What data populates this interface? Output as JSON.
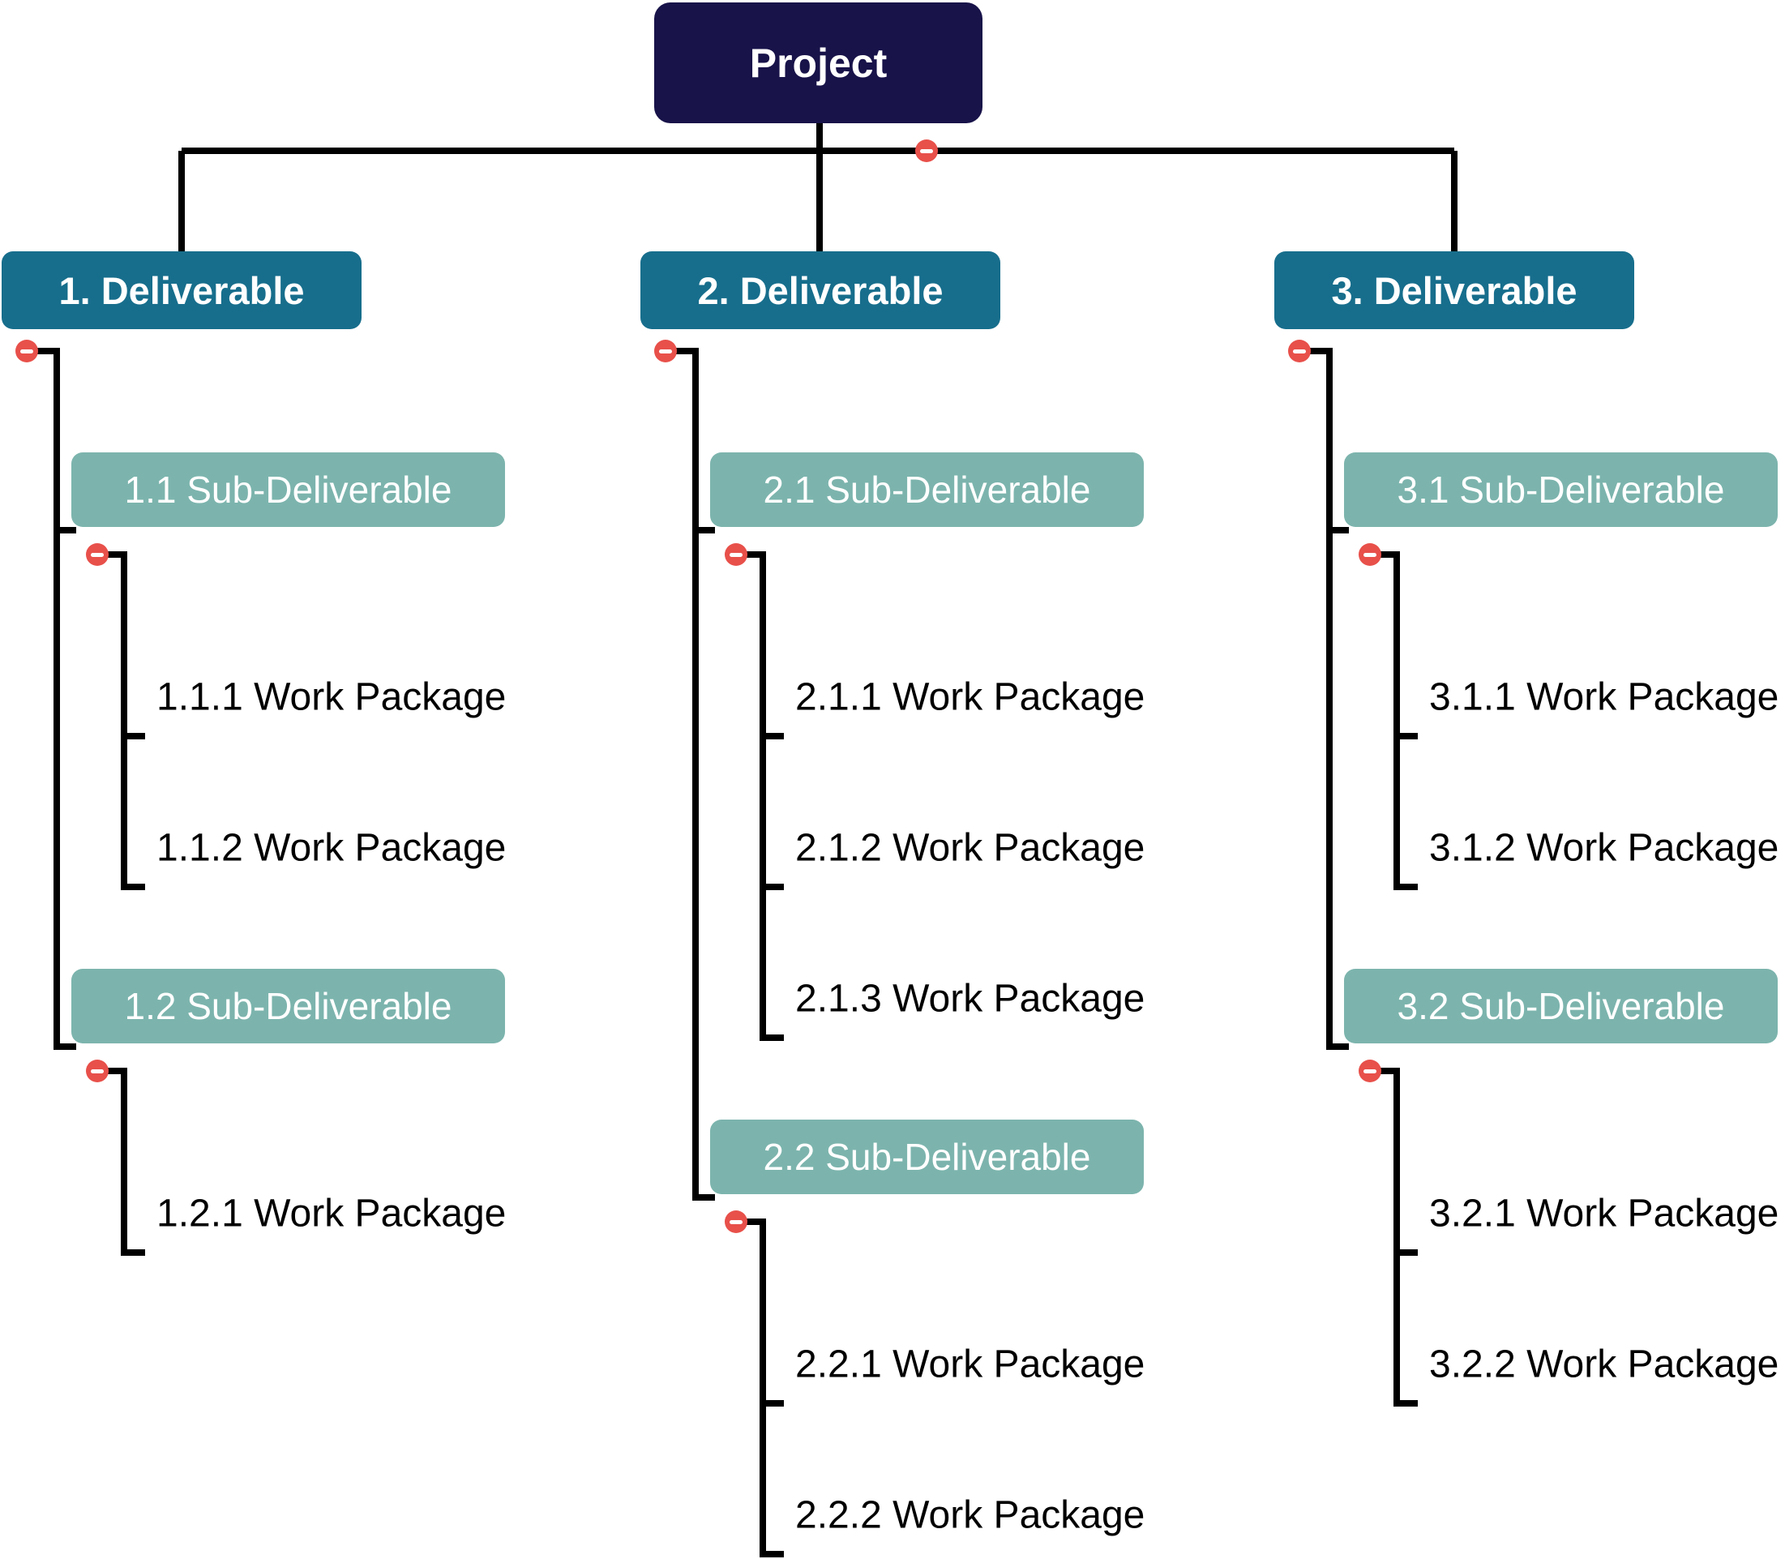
{
  "root": {
    "label": "Project"
  },
  "deliverables": [
    {
      "label": "1. Deliverable",
      "children": [
        {
          "label": "1.1 Sub-Deliverable",
          "children": [
            {
              "label": "1.1.1 Work Package"
            },
            {
              "label": "1.1.2 Work Package"
            }
          ]
        },
        {
          "label": "1.2 Sub-Deliverable",
          "children": [
            {
              "label": "1.2.1 Work Package"
            }
          ]
        }
      ]
    },
    {
      "label": "2. Deliverable",
      "children": [
        {
          "label": "2.1 Sub-Deliverable",
          "children": [
            {
              "label": "2.1.1 Work Package"
            },
            {
              "label": "2.1.2 Work Package"
            },
            {
              "label": "2.1.3 Work Package"
            }
          ]
        },
        {
          "label": "2.2 Sub-Deliverable",
          "children": [
            {
              "label": "2.2.1 Work Package"
            },
            {
              "label": "2.2.2 Work Package"
            }
          ]
        }
      ]
    },
    {
      "label": "3. Deliverable",
      "children": [
        {
          "label": "3.1 Sub-Deliverable",
          "children": [
            {
              "label": "3.1.1 Work Package"
            },
            {
              "label": "3.1.2 Work Package"
            }
          ]
        },
        {
          "label": "3.2 Sub-Deliverable",
          "children": [
            {
              "label": "3.2.1 Work Package"
            },
            {
              "label": "3.2.2 Work Package"
            }
          ]
        }
      ]
    }
  ],
  "colors": {
    "project_box": "#181349",
    "deliverable_box": "#176e8c",
    "sub_deliverable_box": "#7cb4ad",
    "work_package_text": "#000000",
    "connector_line": "#000000",
    "collapse_icon_background": "#e8504a",
    "collapse_icon_bar": "#ffffff"
  },
  "icons": {
    "collapse_glyph": "−"
  }
}
